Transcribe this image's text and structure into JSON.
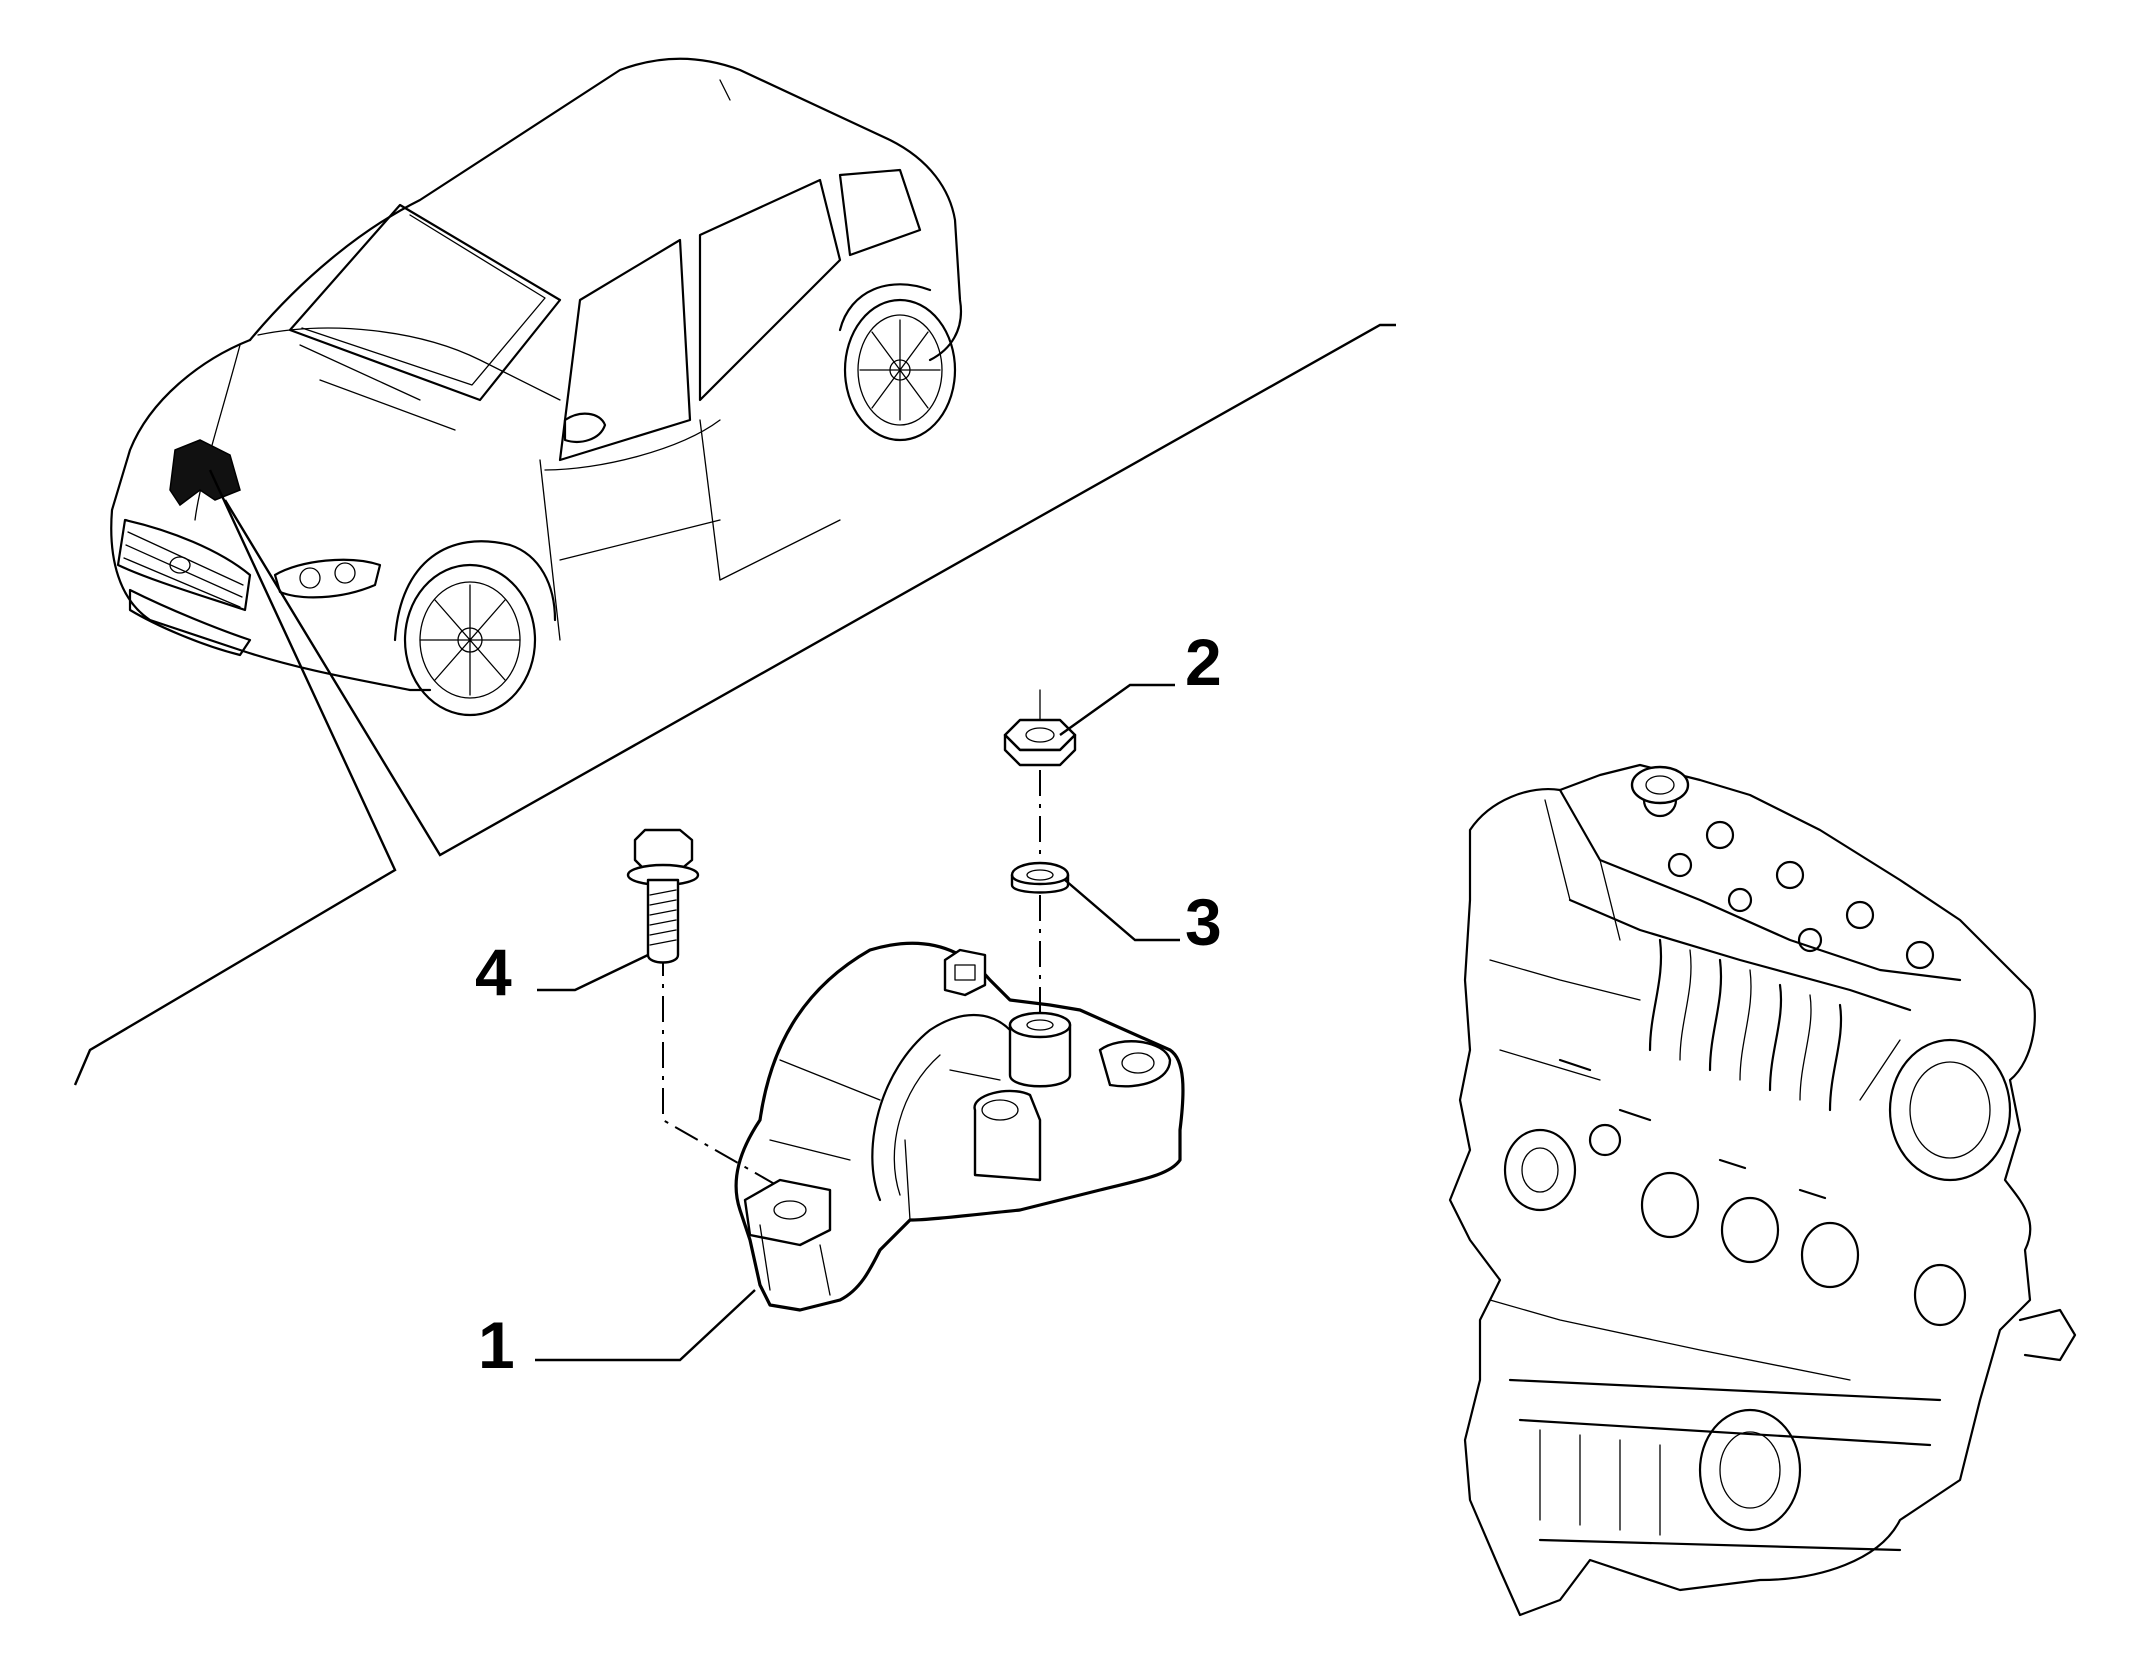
{
  "callouts": [
    {
      "id": "1",
      "label": "1"
    },
    {
      "id": "2",
      "label": "2"
    },
    {
      "id": "3",
      "label": "3"
    },
    {
      "id": "4",
      "label": "4"
    }
  ],
  "parts": [
    {
      "callout": "1",
      "icon": "engine-mount-bracket-icon"
    },
    {
      "callout": "2",
      "icon": "hex-nut-icon"
    },
    {
      "callout": "3",
      "icon": "washer-icon"
    },
    {
      "callout": "4",
      "icon": "flange-bolt-icon"
    }
  ],
  "illustrations": [
    "car-silhouette-icon",
    "engine-block-icon"
  ],
  "colors": {
    "line": "#000000",
    "background": "#ffffff"
  }
}
